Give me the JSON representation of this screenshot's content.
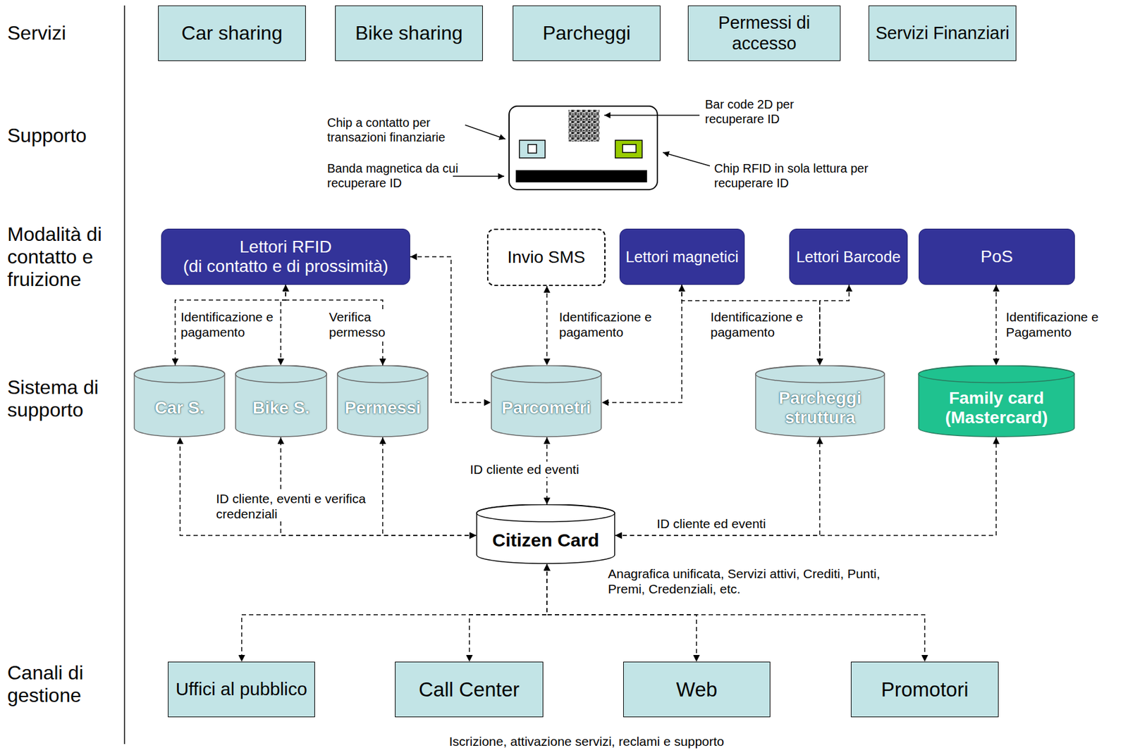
{
  "diagram": {
    "nodes": [
      {
        "text": [
          "Car sharing"
        ]
      },
      {
        "text": [
          "Bike sharing"
        ]
      },
      {
        "text": [
          "Parcheggi"
        ]
      },
      {
        "text": [
          "Permessi di accesso"
        ]
      },
      {
        "text": [
          "Servizi Finanziari"
        ]
      },
      {
        "text": [
          "Lettori RFID",
          "(di contatto e di prossimità)"
        ]
      },
      {
        "text": [
          "Invio SMS"
        ]
      },
      {
        "text": [
          "Lettori magnetici"
        ]
      },
      {
        "text": [
          "Lettori Barcode"
        ]
      },
      {
        "text": [
          "PoS"
        ]
      },
      {
        "text": [
          "Car S."
        ]
      },
      {
        "text": [
          "Bike S."
        ]
      },
      {
        "text": [
          "Permessi"
        ]
      },
      {
        "text": [
          "Parcometri"
        ]
      },
      {
        "text": [
          "Parcheggi struttura"
        ]
      },
      {
        "text": [
          "Family card (Mastercard)"
        ]
      },
      {
        "text": [
          "Citizen Card"
        ]
      },
      {
        "text": [
          "Uffici al pubblico"
        ]
      },
      {
        "text": [
          "Call Center"
        ]
      },
      {
        "text": [
          "Web"
        ]
      },
      {
        "text": [
          "Promotori"
        ]
      }
    ],
    "edges": [
      {
        "from": 5,
        "to": 10,
        "arrow": "both",
        "label": "Identificazione e pagamento"
      },
      {
        "from": 5,
        "to": 11,
        "arrow": "both"
      },
      {
        "from": 5,
        "to": 12,
        "arrow": "both",
        "label": "Verifica permesso"
      },
      {
        "from": 5,
        "to": 13,
        "arrow": "both"
      },
      {
        "from": 6,
        "to": 13,
        "arrow": "both",
        "label": "Identificazione e pagamento"
      },
      {
        "from": 7,
        "to": 13,
        "arrow": "both"
      },
      {
        "from": 7,
        "to": 14,
        "arrow": "both"
      },
      {
        "from": 8,
        "to": 14,
        "arrow": "both",
        "label": "Identificazione e pagamento"
      },
      {
        "from": 9,
        "to": 15,
        "arrow": "both",
        "label": "Identificazione e Pagamento"
      },
      {
        "from": 16,
        "to": 10,
        "arrow": "both",
        "label": "ID cliente, eventi e verifica credenziali"
      },
      {
        "from": 16,
        "to": 11,
        "arrow": "both"
      },
      {
        "from": 16,
        "to": 12,
        "arrow": "both"
      },
      {
        "from": 13,
        "to": 16,
        "arrow": "both",
        "label": "ID cliente ed eventi"
      },
      {
        "from": 16,
        "to": 14,
        "arrow": "both",
        "label": "ID cliente ed eventi"
      },
      {
        "from": 16,
        "to": 15,
        "arrow": "both"
      },
      {
        "from": 16,
        "to": 17,
        "arrow": "both"
      },
      {
        "from": 16,
        "to": 18,
        "arrow": "both"
      },
      {
        "from": 16,
        "to": 19,
        "arrow": "both"
      },
      {
        "from": 16,
        "to": 20,
        "arrow": "both"
      }
    ],
    "labels": [
      "Servizi",
      "Supporto",
      "Modalità di contatto e fruizione",
      "Sistema di supporto",
      "Canali di gestione",
      "Chip a contatto per transazioni finanziarie",
      "Bar code 2D per recuperare ID",
      "Banda magnetica da cui recuperare ID",
      "Chip RFID in sola lettura per recuperare ID",
      "Anagrafica unificata, Servizi attivi, Crediti, Punti, Premi, Credenziali, etc.",
      "Iscrizione, attivazione servizi, reclami e supporto"
    ]
  }
}
